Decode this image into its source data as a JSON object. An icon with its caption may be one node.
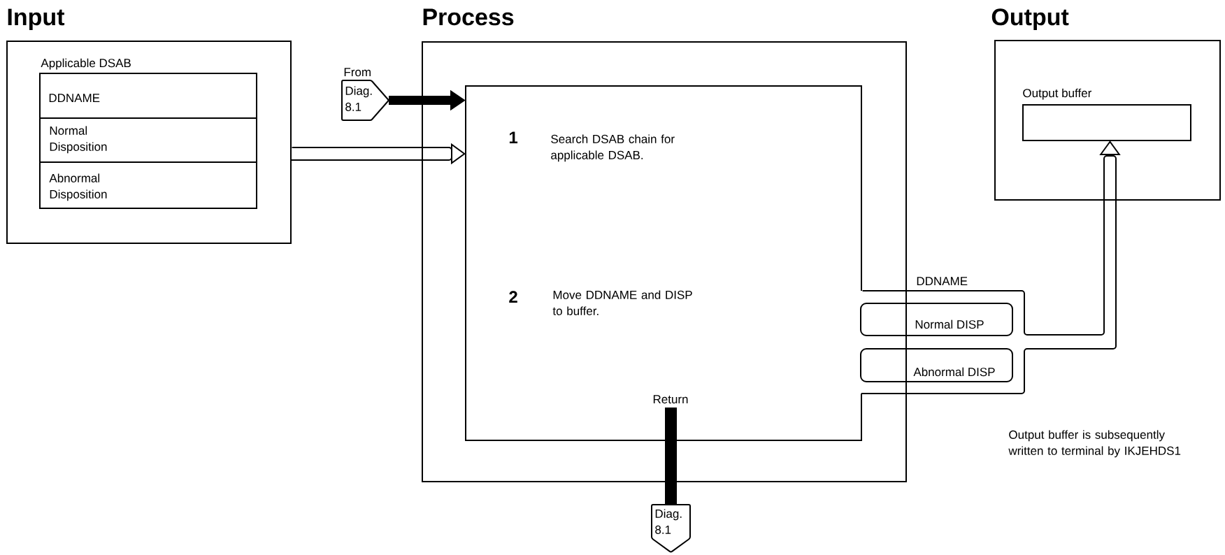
{
  "diagram": {
    "nodes": [
      {
        "text": [
          "Input"
        ]
      },
      {
        "text": [
          "Applicable DSAB"
        ],
        "in": 0
      },
      {
        "text": [
          "DDNAME"
        ],
        "in": 1
      },
      {
        "text": [
          "Normal Disposition"
        ],
        "in": 1
      },
      {
        "text": [
          "Abnormal Disposition"
        ],
        "in": 1
      },
      {
        "text": [
          "Process"
        ]
      },
      {
        "text": [
          "From",
          "Diag. 8.1"
        ]
      },
      {
        "text": [
          "1",
          "Search DSAB chain for applicable DSAB.",
          "2",
          "Move DDNAME and DISP to buffer."
        ],
        "in": 5
      },
      {
        "text": [
          "Normal DISP"
        ]
      },
      {
        "text": [
          "Abnormal DISP"
        ]
      },
      {
        "text": [
          "Output"
        ]
      },
      {
        "text": [
          "Output buffer"
        ],
        "in": 10
      },
      {
        "text": [
          "Diag. 8.1"
        ]
      }
    ],
    "edges": [
      {
        "from": 6,
        "to": 7,
        "arrow": "to",
        "style": "thick"
      },
      {
        "from": 0,
        "to": 7,
        "arrow": "to"
      },
      {
        "from": 7,
        "to": 11,
        "arrow": "to",
        "label": "DDNAME"
      },
      {
        "from": 7,
        "to": 12,
        "arrow": "none",
        "style": "thick",
        "label": "Return"
      }
    ],
    "labels": [
      "Output buffer is subsequently written to terminal by IKJEHDS1"
    ]
  }
}
